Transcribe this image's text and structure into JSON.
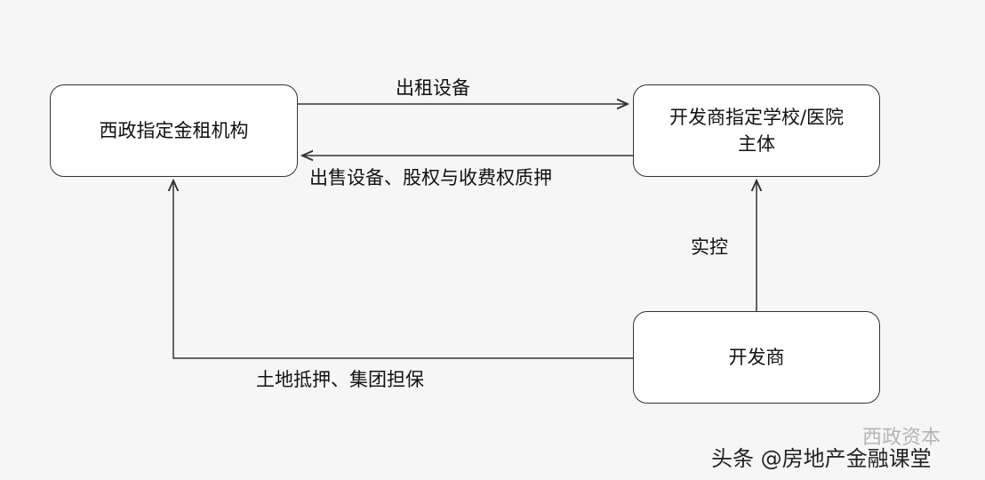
{
  "nodes": {
    "leasing": "西政指定金租机构",
    "school_hospital_line1": "开发商指定学校/医院",
    "school_hospital_line2": "主体",
    "developer": "开发商"
  },
  "edges": {
    "lease_equipment": "出租设备",
    "sell_pledge": "出售设备、股权与收费权质押",
    "actual_control": "实控",
    "land_mortgage": "土地抵押、集团担保"
  },
  "watermark": {
    "main": "头条 @房地产金融课堂",
    "faint": "西政资本"
  },
  "colors": {
    "stroke": "#333333",
    "node_fill": "#ffffff",
    "background": "#f6f6f6"
  }
}
